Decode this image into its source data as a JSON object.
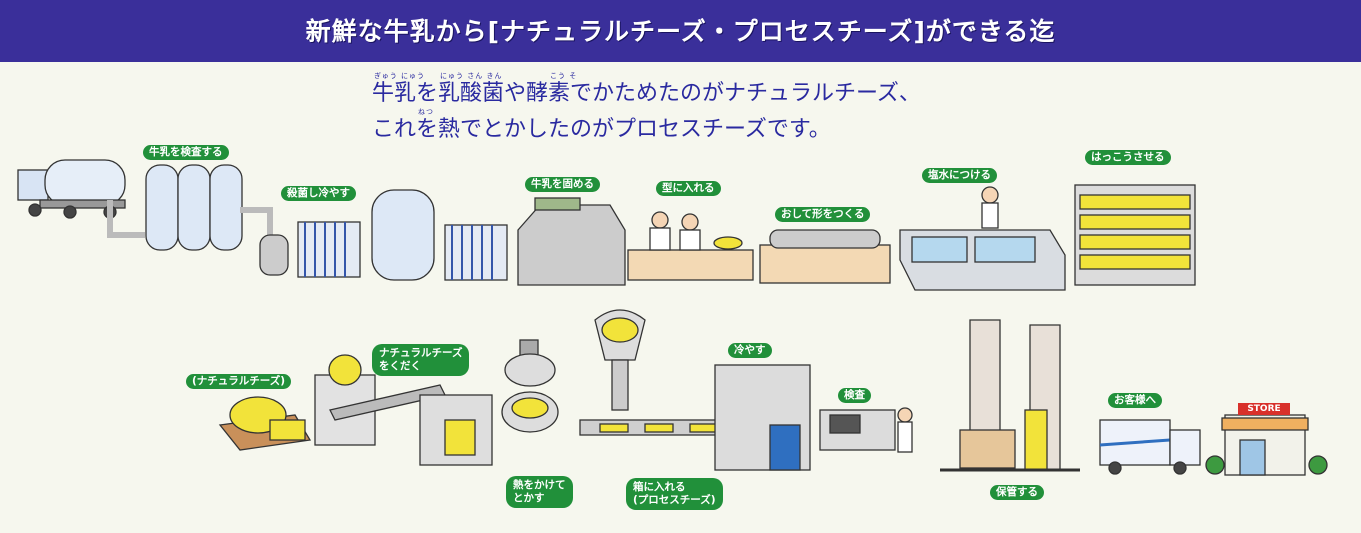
{
  "header": {
    "title": "新鮮な牛乳から[ナチュラルチーズ・プロセスチーズ]ができる迄"
  },
  "lead": {
    "line1": "牛乳を乳酸菌や酵素でかためたのがナチュラルチーズ、",
    "line2": "これを熱でとかしたのがプロセスチーズです。",
    "ruby": {
      "gyunyu": "ぎゅう にゅう",
      "nyusankin": "にゅう さん きん",
      "koso": "こう そ",
      "netsu": "ねつ"
    }
  },
  "steps": {
    "inspect_milk": "牛乳を検査する",
    "sterilize_cool": "殺菌し冷やす",
    "curdle_milk": "牛乳を固める",
    "put_in_mold": "型に入れる",
    "press_shape": "おして形をつくる",
    "brine": "塩水につける",
    "ferment": "はっこうさせる",
    "natural_cheese": "(ナチュラルチーズ)",
    "crush_1": "ナチュラルチーズ",
    "crush_2": "をくだく",
    "melt_1": "熱をかけて",
    "melt_2": "とかす",
    "box_1": "箱に入れる",
    "box_2": "(プロセスチーズ)",
    "cool": "冷やす",
    "inspect": "検査",
    "store": "保管する",
    "to_customer": "お客様へ"
  },
  "store_sign": "STORE",
  "colors": {
    "banner": "#3a2f9a",
    "label": "#21903a",
    "lead_text": "#2a2aa0",
    "cheese": "#f2e33a"
  }
}
